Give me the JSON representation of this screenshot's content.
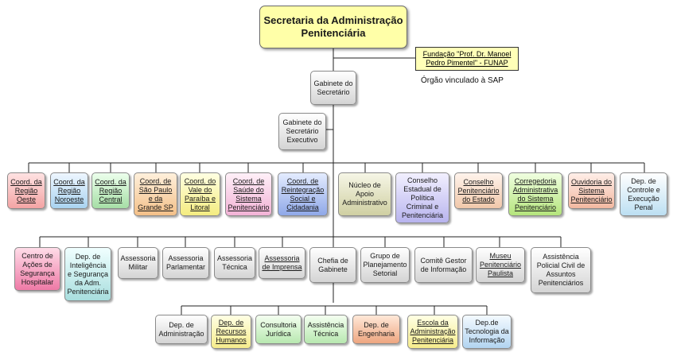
{
  "top": {
    "title": "Secretaria da Administração Penitenciária"
  },
  "funap": {
    "label": "Fundação \"Prof. Dr. Manoel Pedro Pimentel\" - FUNAP",
    "note": "Órgão vinculado à SAP"
  },
  "gabinete": {
    "label": "Gabinete do Secretário"
  },
  "executivo": {
    "label": "Gabinete do Secretário Executivo"
  },
  "row1": [
    {
      "label": "Coord. da Região Oeste",
      "color": "#f3a4a4"
    },
    {
      "label": "Coord. da Região Noroeste",
      "color": "#a9d3f0"
    },
    {
      "label": "Coord. da Região Central",
      "color": "#a6dea6"
    },
    {
      "label": "Coord. de São Paulo e da Grande SP",
      "color": "#f3c088"
    },
    {
      "label": "Coord. do Vale do Paraíba e Litoral",
      "color": "#f4ec80"
    },
    {
      "label": "Coord. de Saúde do Sistema Penitenciário",
      "color": "#f2b2d6"
    },
    {
      "label": "Coord. de Reintegração Social e Cidadania",
      "color": "#8fa8e8"
    },
    {
      "label": "Núcleo de Apoio Administrativo",
      "color": "#cfcfa2"
    },
    {
      "label": "Conselho Estadual de Política Criminal e Penitenciária",
      "color": "#b8b4ee"
    },
    {
      "label": "Conselho Penitenciário do Estado",
      "color": "#f0c8aa"
    },
    {
      "label": "Corregedoria Administrativa do Sistema Penitenciário",
      "color": "#b4e47c"
    },
    {
      "label": "Ouvidoria do Sistema Penitenciário",
      "color": "#f2b8a0"
    },
    {
      "label": "Dep. de Controle e Execução Penal",
      "color": "#bcdff2"
    }
  ],
  "row2": [
    {
      "label": "Centro de Ações de Segurança Hospitalar",
      "color": "#ee7aa6"
    },
    {
      "label": "Dep. de Inteligência e Segurança da Adm. Penitenciária",
      "color": "#a8dede"
    },
    {
      "label": "Assessoria Militar",
      "color": "#d4d4d4"
    },
    {
      "label": "Assessoria Parlamentar",
      "color": "#d4d4d4"
    },
    {
      "label": "Assessoria Técnica",
      "color": "#d4d4d4"
    },
    {
      "label": "Assessoria de Imprensa",
      "color": "#d4d4d4"
    },
    {
      "label": "Chefia de Gabinete",
      "color": "#d4d4d4"
    },
    {
      "label": "Grupo de Planejamento Setorial",
      "color": "#d4d4d4"
    },
    {
      "label": "Comitê Gestor de Informação",
      "color": "#d4d4d4"
    },
    {
      "label": "Museu Penitenciário Paulista",
      "color": "#d4d4d4"
    },
    {
      "label": "Assistência Policial Civil de Assuntos Penitenciários",
      "color": "#d4d4d4"
    }
  ],
  "row3": [
    {
      "label": "Dep. de Administração",
      "color": "#d4d4d4"
    },
    {
      "label": "Dep. de Recursos Humanos",
      "color": "#f6ec8c"
    },
    {
      "label": "Consultoria Jurídica",
      "color": "#b8e8b0"
    },
    {
      "label": "Assistência Técnica",
      "color": "#b8e8b0"
    },
    {
      "label": "Dep. de Engenharia",
      "color": "#eea680"
    },
    {
      "label": "Escola da Administração Penitenciária",
      "color": "#f6ec8c"
    },
    {
      "label": "Dep.de Tecnologia da Informação",
      "color": "#b2d4f0"
    }
  ]
}
